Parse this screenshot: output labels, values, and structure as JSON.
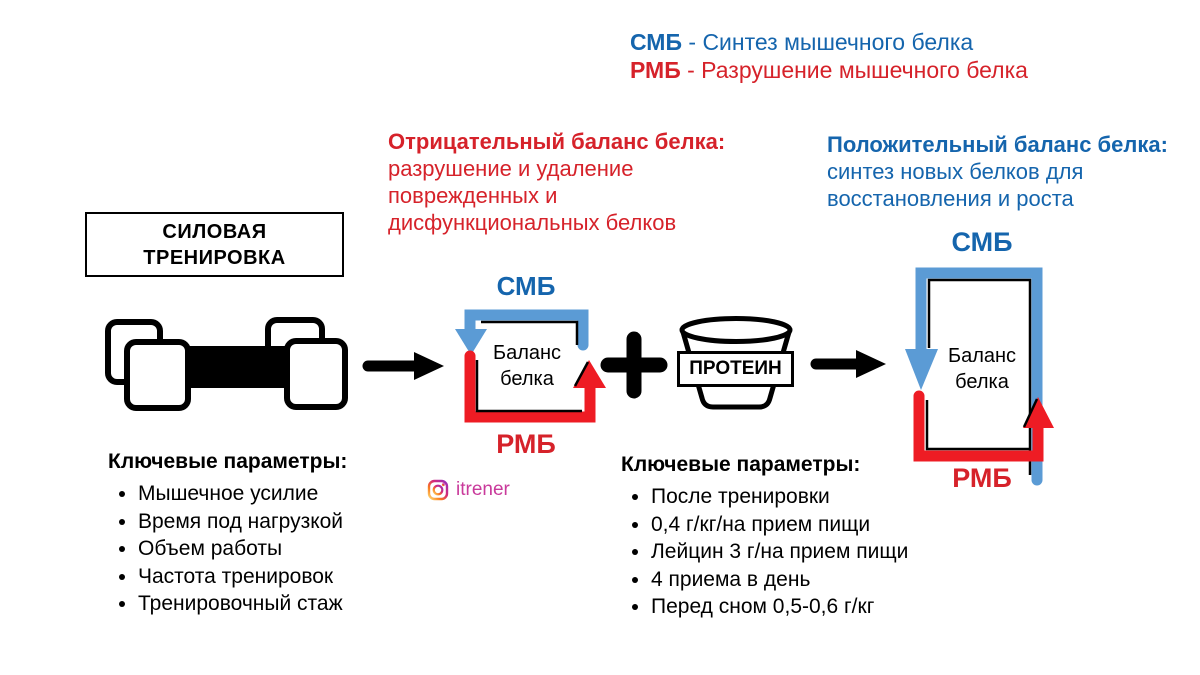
{
  "colors": {
    "blue_text": "#1565ad",
    "red_text": "#d6222a",
    "blue_arrow": "#5b9bd5",
    "red_arrow": "#ee1c24",
    "black": "#000000",
    "instagram_pink": "#c93a9b"
  },
  "legend": {
    "line1_abbr": "СМБ",
    "line1_rest": " - Синтез мышечного белка",
    "line2_abbr": "РМБ",
    "line2_rest": " - Разрушение мышечного белка"
  },
  "negative_block": {
    "title": "Отрицательный баланс белка:",
    "lines": [
      "разрушение и удаление",
      "поврежденных и",
      "дисфункциональных белков"
    ]
  },
  "positive_block": {
    "title": "Положительный баланс белка:",
    "lines": [
      "синтез новых белков для",
      "восстановления и роста"
    ]
  },
  "training_box": {
    "lines": [
      "СИЛОВАЯ",
      "ТРЕНИРОВКА"
    ]
  },
  "balance_negative": {
    "top_label": "СМБ",
    "bottom_label": "РМБ",
    "center_lines": [
      "Баланс",
      "белка"
    ]
  },
  "balance_positive": {
    "top_label": "СМБ",
    "bottom_label": "РМБ",
    "center_lines": [
      "Баланс",
      "белка"
    ]
  },
  "protein": {
    "label": "ПРОТЕИН"
  },
  "left_params": {
    "heading": "Ключевые параметры:",
    "items": [
      "Мышечное усилие",
      "Время под нагрузкой",
      "Объем работы",
      "Частота тренировок",
      "Тренировочный стаж"
    ]
  },
  "right_params": {
    "heading": "Ключевые параметры:",
    "items": [
      "После тренировки",
      "0,4 г/кг/на прием пищи",
      "Лейцин 3 г/на прием пищи",
      "4 приема в день",
      "Перед сном 0,5-0,6 г/кг"
    ]
  },
  "instagram": {
    "handle": "itrener"
  },
  "icons": [
    "dumbbell-icon",
    "protein-shaker-icon",
    "arrow-right-icon",
    "plus-icon",
    "instagram-icon",
    "smb-bracket-arrow",
    "rmb-bracket-arrow"
  ]
}
